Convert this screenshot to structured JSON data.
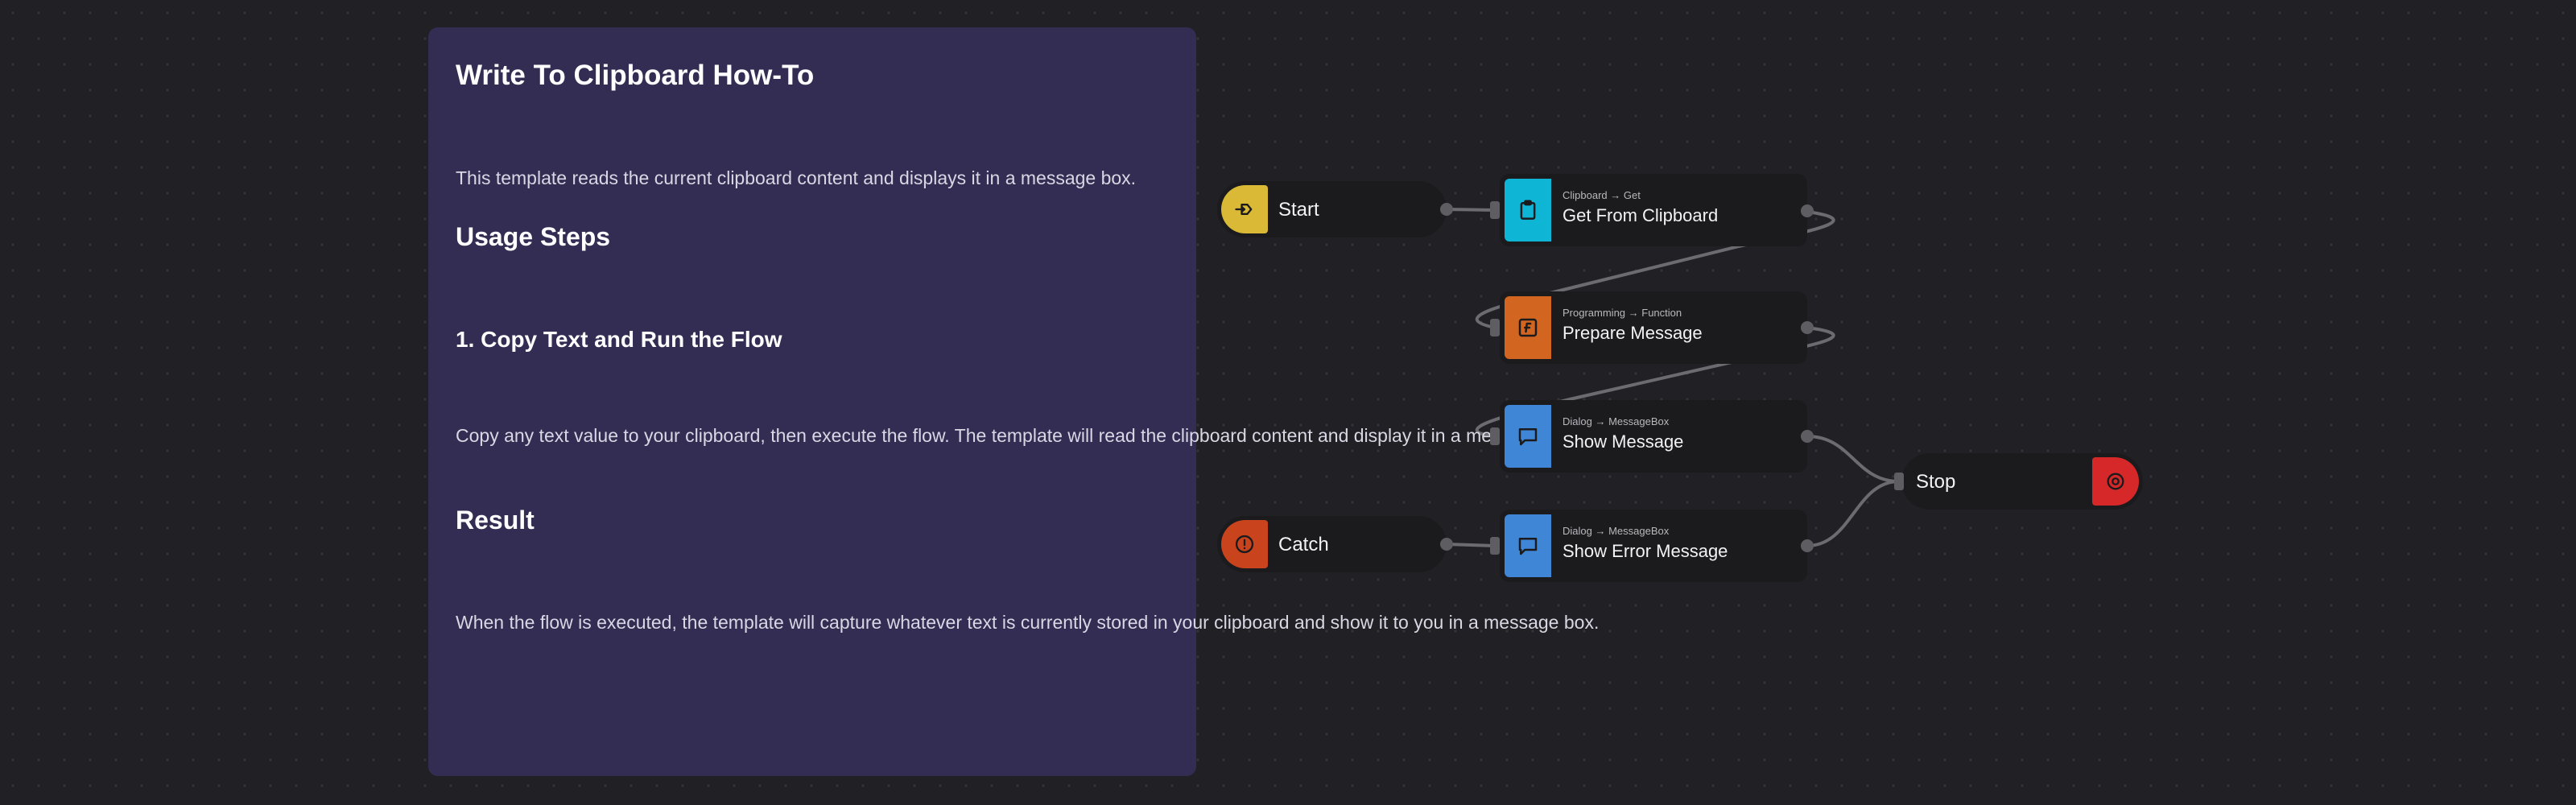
{
  "note": {
    "title": "Write To Clipboard How-To",
    "intro": "This template reads the current clipboard content and displays it in a message box.",
    "usage_heading": "Usage Steps",
    "step1_heading": "1. Copy Text and Run the Flow",
    "step1_text": "Copy any text value to your clipboard, then execute the flow. The template will read the clipboard content and display it in a message box.",
    "result_heading": "Result",
    "result_text": "When the flow is executed, the template will capture whatever text is currently stored in your clipboard and show it to you in a message box."
  },
  "nodes": {
    "start": {
      "label": "Start",
      "color": "#d9b936",
      "icon": "entry-arrow-icon"
    },
    "catch": {
      "label": "Catch",
      "color": "#c9441d",
      "icon": "alert-circle-icon"
    },
    "get_clipboard": {
      "category": "Clipboard → Get",
      "title": "Get From Clipboard",
      "color": "#0fb5d4",
      "icon": "clipboard-icon"
    },
    "prepare_message": {
      "category": "Programming → Function",
      "title": "Prepare Message",
      "color": "#d2651f",
      "icon": "function-icon"
    },
    "show_message": {
      "category": "Dialog → MessageBox",
      "title": "Show Message",
      "color": "#3f87d6",
      "icon": "message-icon"
    },
    "show_error": {
      "category": "Dialog → MessageBox",
      "title": "Show Error Message",
      "color": "#3f87d6",
      "icon": "message-icon"
    },
    "stop": {
      "label": "Stop",
      "color": "#d62828",
      "icon": "stop-circle-icon"
    }
  },
  "wire_color": "#6b6b70"
}
